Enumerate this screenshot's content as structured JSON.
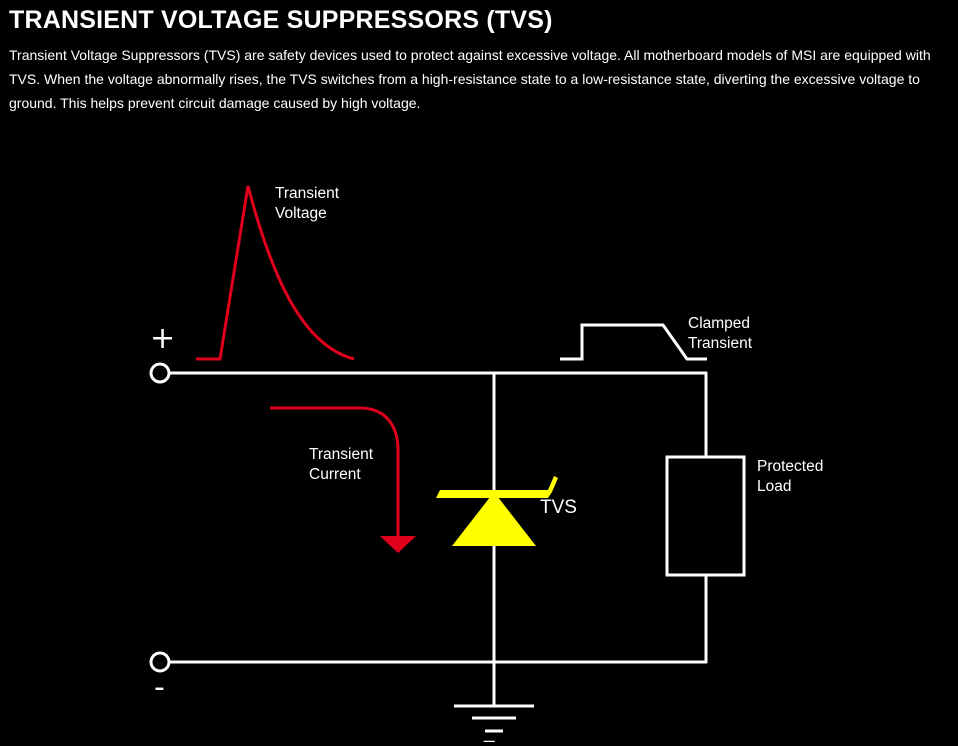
{
  "header": {
    "title": "TRANSIENT VOLTAGE SUPPRESSORS (TVS)",
    "description": "Transient Voltage Suppressors (TVS) are safety devices used to protect against excessive voltage. All motherboard models of MSI are equipped with TVS. When the voltage abnormally rises, the TVS switches from a high-resistance state to a low-resistance state, diverting the excessive voltage to ground. This helps prevent circuit damage caused by high voltage."
  },
  "diagram": {
    "transient_voltage": {
      "line1": "Transient",
      "line2": "Voltage"
    },
    "clamped_transient": {
      "line1": "Clamped",
      "line2": "Transient"
    },
    "transient_current": {
      "line1": "Transient",
      "line2": "Current"
    },
    "tvs_label": "TVS",
    "protected_load": {
      "line1": "Protected",
      "line2": "Load"
    },
    "plus_sign": "+",
    "minus_sign": "-",
    "ground_symbol_label": "_"
  },
  "colors": {
    "background": "#000000",
    "wire": "#ffffff",
    "transient": "#e0001b",
    "tvs": "#ffff00"
  }
}
